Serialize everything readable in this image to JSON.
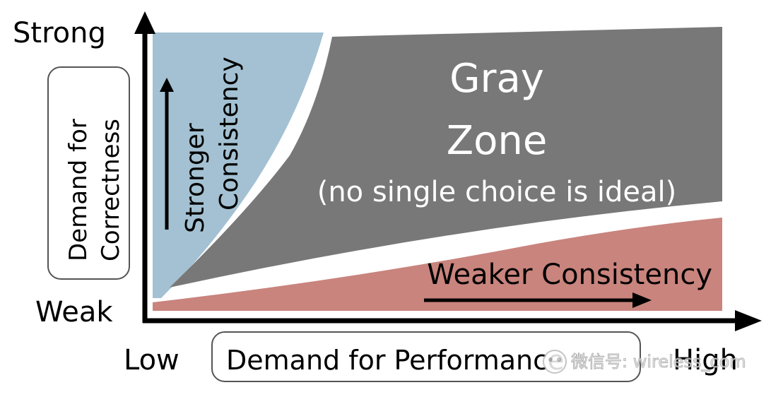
{
  "y_axis": {
    "top_label": "Strong",
    "bottom_label": "Weak",
    "title_line1": "Demand for",
    "title_line2": "Correctness"
  },
  "x_axis": {
    "left_label": "Low",
    "right_label": "High",
    "title": "Demand for Performance"
  },
  "regions": {
    "strong": {
      "label_line1": "Stronger",
      "label_line2": "Consistency",
      "color": "#a3c1d2"
    },
    "gray": {
      "title_line1": "Gray",
      "title_line2": "Zone",
      "subtitle": "(no single choice is ideal)",
      "color": "#787878"
    },
    "weak": {
      "label": "Weaker Consistency",
      "color": "#c9847d"
    }
  },
  "watermark": "微信号: wireless_com"
}
